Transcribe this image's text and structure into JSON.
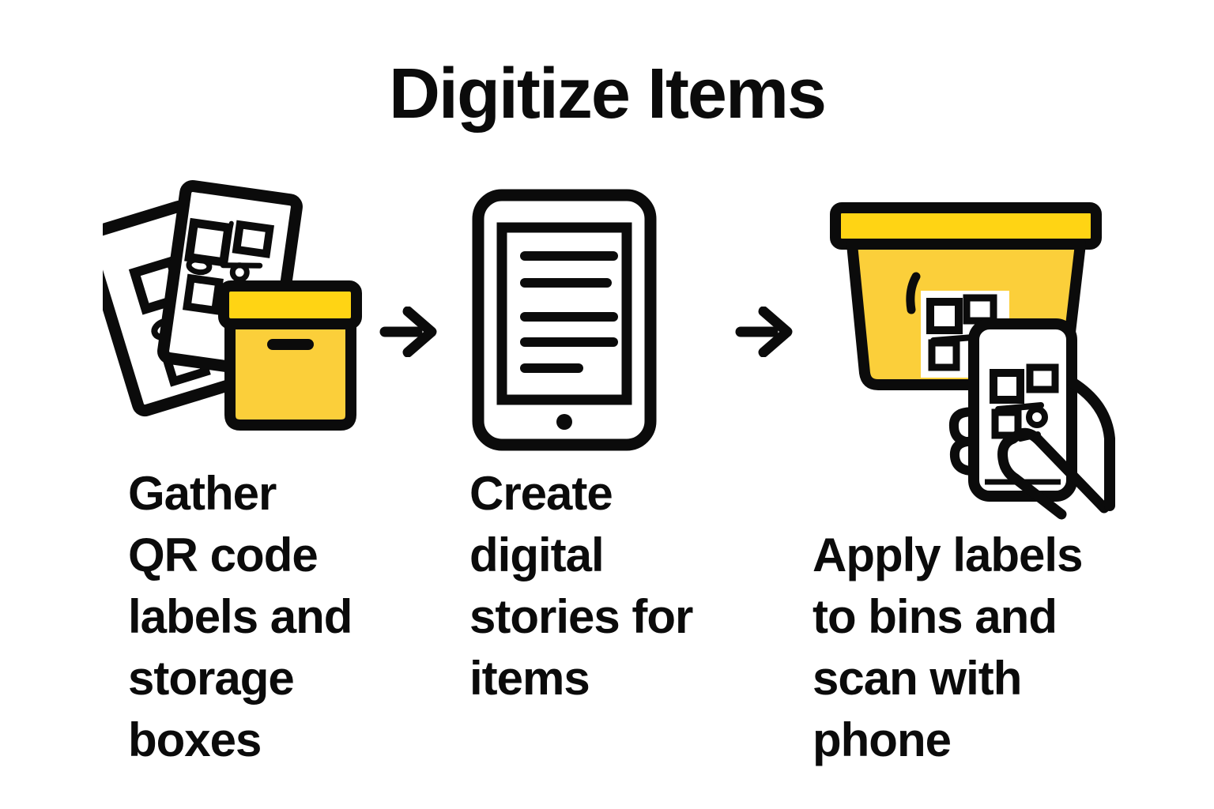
{
  "title": "Digitize Items",
  "steps": [
    {
      "id": 1,
      "icon": "qr-labels-and-storage-box",
      "caption": "Gather\nQR code\nlabels and\nstorage\nboxes"
    },
    {
      "id": 2,
      "icon": "tablet-with-digital-story",
      "caption": "Create\ndigital\nstories for\nitems"
    },
    {
      "id": 3,
      "icon": "bin-with-qr-label-and-phone-scan",
      "caption": "Apply labels\nto bins and\nscan with\nphone"
    }
  ],
  "arrows": [
    {
      "glyph": "right-arrow"
    },
    {
      "glyph": "right-arrow"
    }
  ],
  "colors": {
    "ink": "#0b0b0b",
    "yellow_lid": "#FFD414",
    "yellow_body": "#FBCF3A",
    "paper": "#ffffff"
  }
}
